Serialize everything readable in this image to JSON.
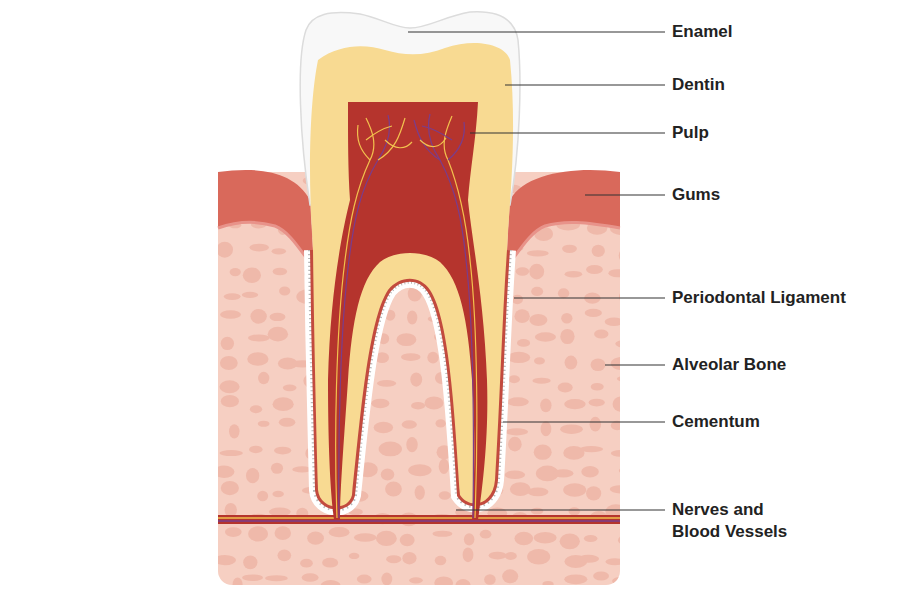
{
  "diagram": {
    "labels": [
      "Enamel",
      "Dentin",
      "Pulp",
      "Gums",
      "Periodontal Ligament",
      "Alveolar Bone",
      "Cementum",
      "Nerves and Blood Vessels"
    ]
  }
}
